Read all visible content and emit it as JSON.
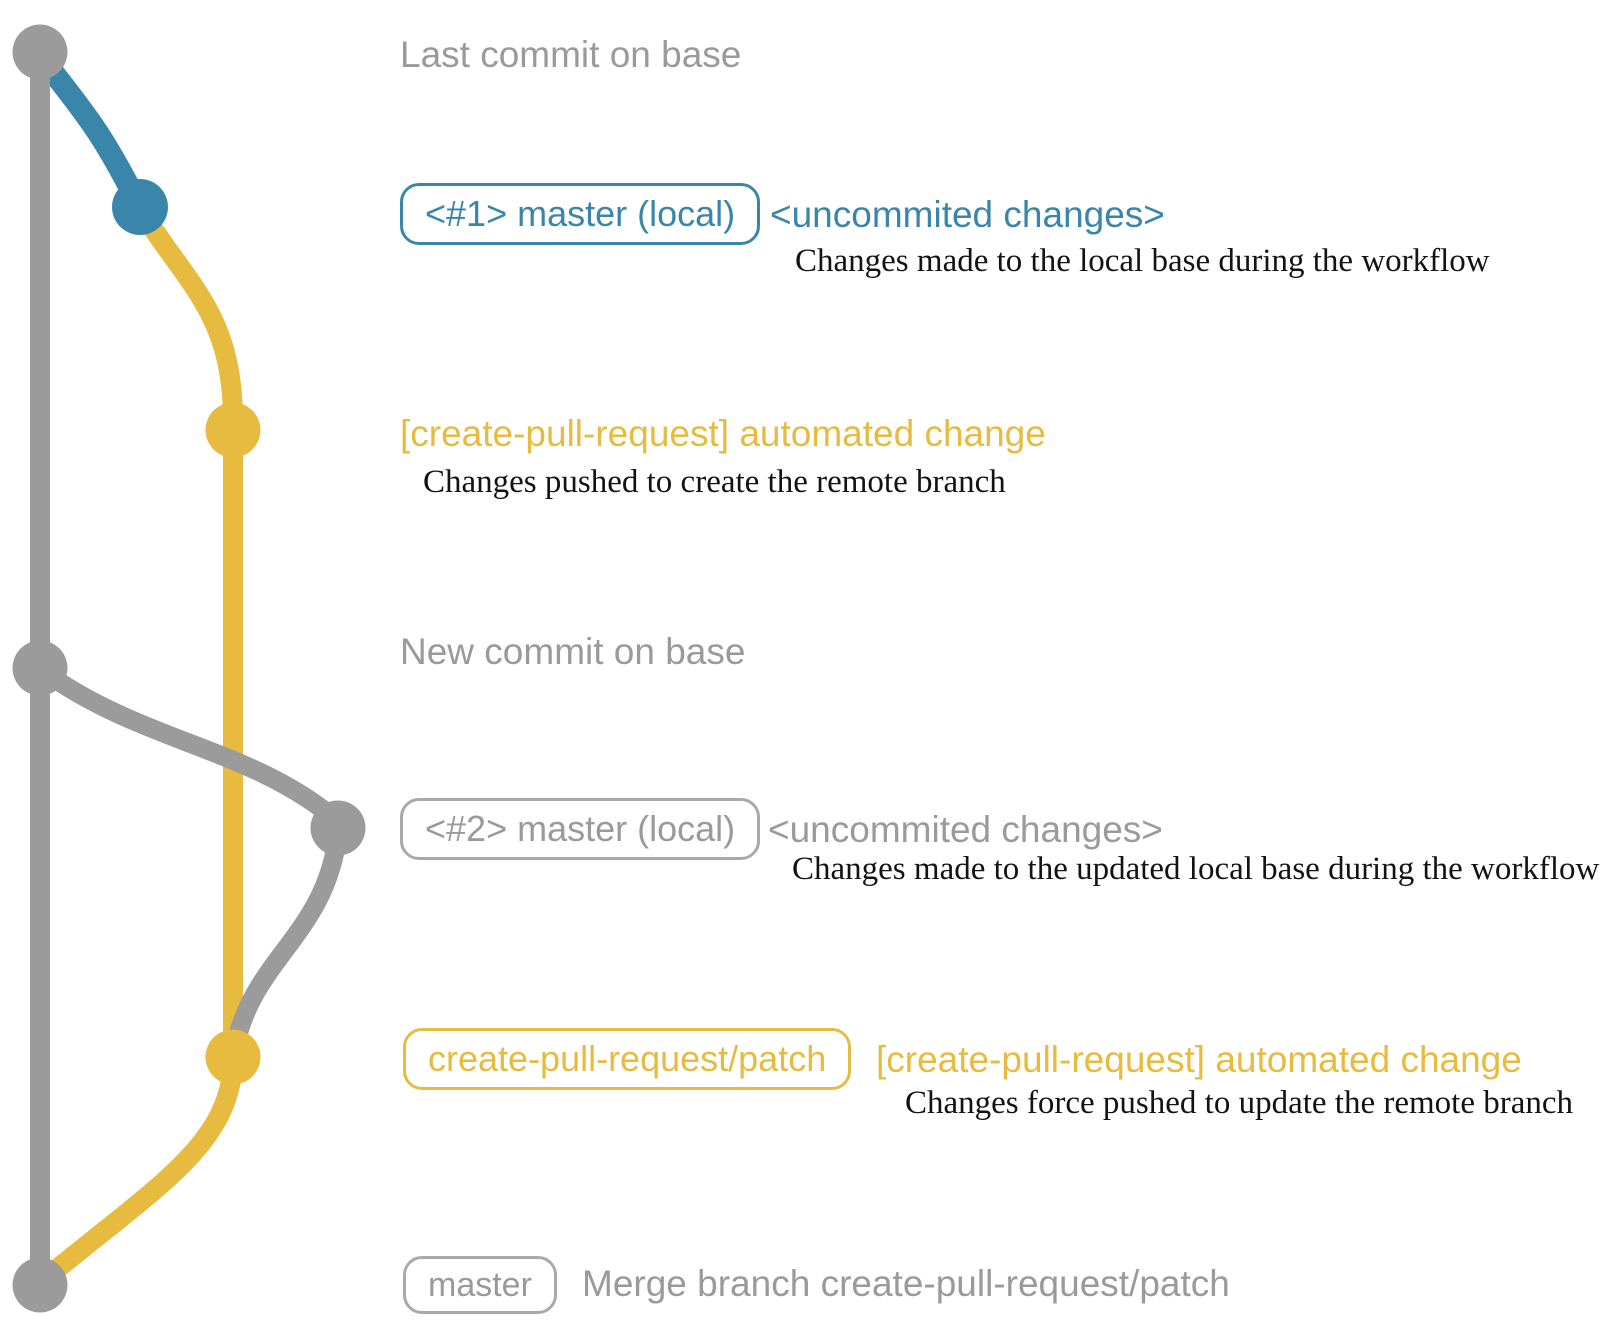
{
  "colors": {
    "background": "#ffffff",
    "blue": "#3a86ab",
    "yellow": "#e6bb3f",
    "gray": "#9b9b9b",
    "gray_text": "#9a9a9a",
    "gray_border": "#a9a9a9",
    "dark": "#131313"
  },
  "graph": {
    "type": "git-branch-graph",
    "branches": [
      {
        "name": "base",
        "color": "gray"
      },
      {
        "name": "master (local)",
        "color": "blue"
      },
      {
        "name": "create-pull-request/patch",
        "color": "yellow"
      }
    ],
    "commit_dots": [
      {
        "id": "last-commit-on-base",
        "color": "gray"
      },
      {
        "id": "local-commit-1",
        "color": "blue"
      },
      {
        "id": "patch-commit-1",
        "color": "yellow"
      },
      {
        "id": "new-commit-on-base",
        "color": "gray"
      },
      {
        "id": "local-commit-2",
        "color": "gray"
      },
      {
        "id": "patch-commit-2",
        "color": "yellow"
      },
      {
        "id": "merge-commit",
        "color": "gray"
      }
    ]
  },
  "annotations": {
    "top_note": "Last commit on base",
    "row1": {
      "badge": "<#1> master (local)",
      "side": "<uncommited changes>",
      "desc": "Changes made to the local base during the workflow"
    },
    "row2": {
      "label": "[create-pull-request] automated change",
      "desc": "Changes pushed to create the remote branch"
    },
    "mid_note": "New commit on base",
    "row3": {
      "badge": "<#2> master (local)",
      "side": "<uncommited changes>",
      "desc": "Changes made to the updated local base during the workflow"
    },
    "row4": {
      "badge": "create-pull-request/patch",
      "side": "[create-pull-request] automated change",
      "desc": "Changes force pushed to update the remote branch"
    },
    "row5": {
      "badge": "master",
      "side": "Merge branch create-pull-request/patch"
    }
  }
}
